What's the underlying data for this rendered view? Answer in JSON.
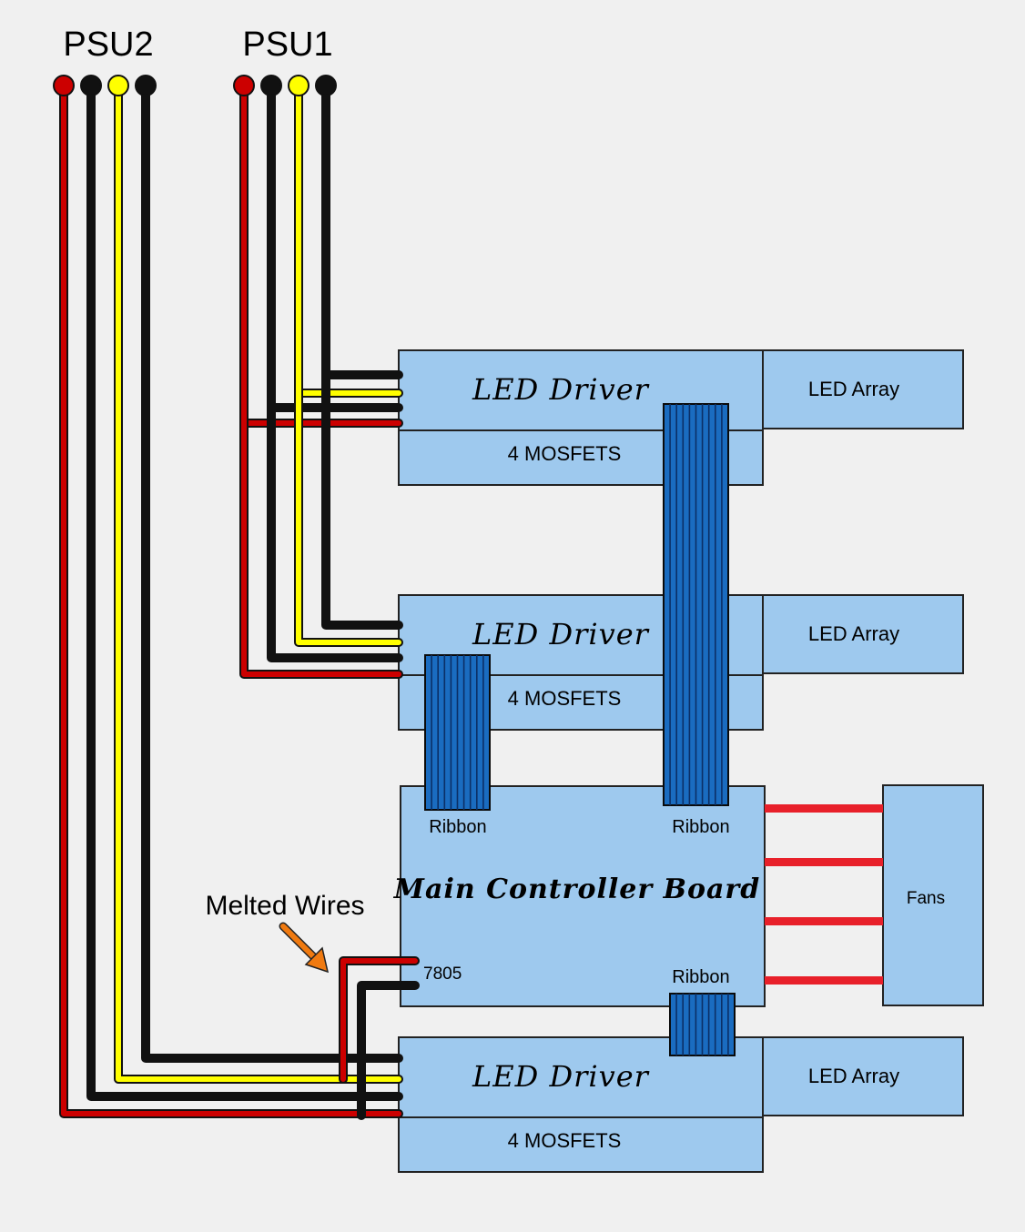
{
  "labels": {
    "psu2": "PSU2",
    "psu1": "PSU1",
    "led_driver": "LED Driver",
    "mosfets": "4 MOSFETS",
    "led_array": "LED Array",
    "ribbon": "Ribbon",
    "main_board": "Main Controller Board",
    "regulator": "7805",
    "fans": "Fans",
    "melted_wires": "Melted Wires"
  },
  "colors": {
    "background": "#f0f0f0",
    "board_fill": "#9ec9ee",
    "wire_red": "#cc0000",
    "wire_black": "#111111",
    "wire_yellow": "#ffff00",
    "ribbon": "#1a6cc0",
    "fan_lead": "#e8202a",
    "arrow": "#f07a10"
  },
  "psu_connector_wires": [
    "red",
    "black",
    "yellow",
    "black"
  ]
}
